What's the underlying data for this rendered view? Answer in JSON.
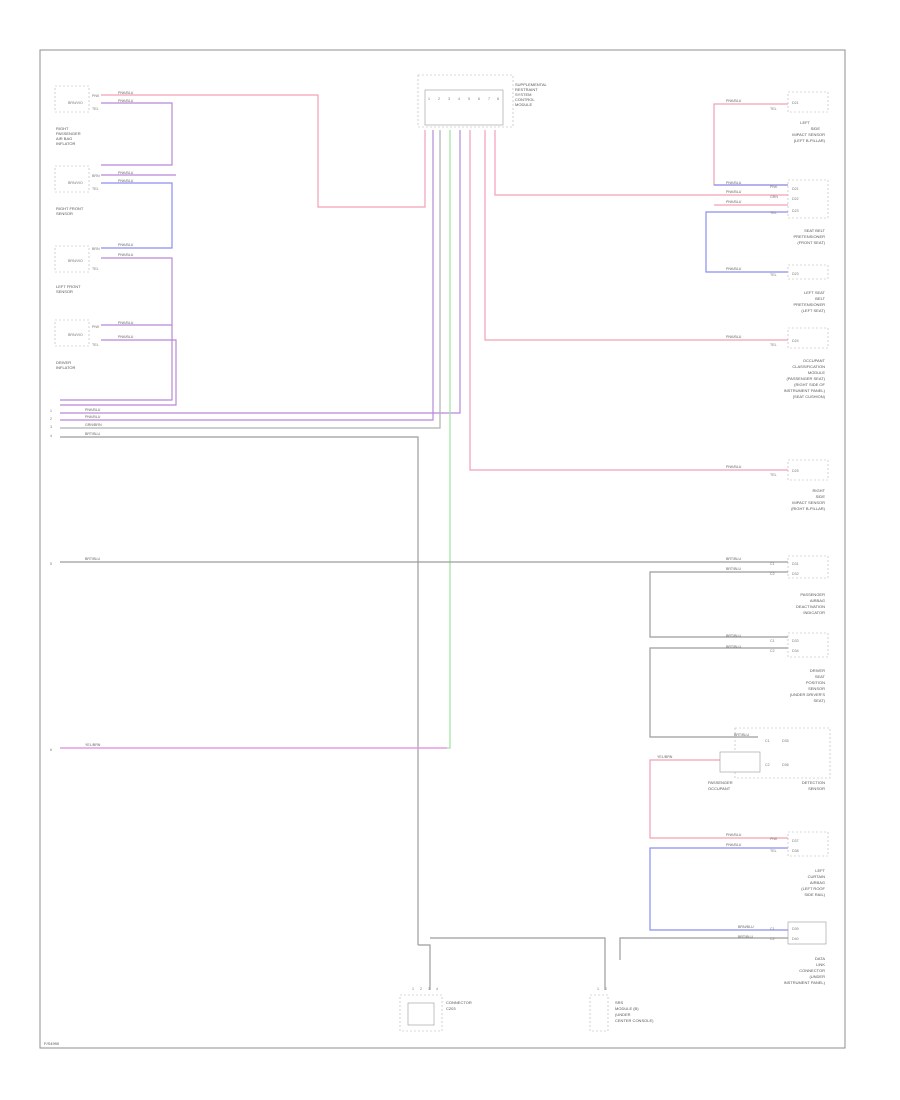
{
  "colors": {
    "pink": "#f2a0b4",
    "violet": "#b889d6",
    "blue": "#8a8ff0",
    "green": "#9fe39f",
    "magenta": "#f08cf0",
    "gray": "#9c9c9c",
    "frame": "#8f8f8f"
  },
  "diagram": {
    "footer_code": "F/S4990",
    "left_connectors": [
      {
        "pins": [
          "PNK",
          "BRN/VIO",
          "TEL"
        ],
        "wires": [
          "PNK/BLU",
          "PNK/BLU"
        ],
        "label": [
          "RIGHT",
          "PASSENGER",
          "AIR BAG",
          "INFLATOR"
        ]
      },
      {
        "pins": [
          "BRN",
          "BRN/VIO",
          "TEL"
        ],
        "wires": [
          "PNK/BLU",
          "PNK/BLU"
        ],
        "label": [
          "RIGHT FRONT",
          "SENSOR"
        ]
      },
      {
        "pins": [
          "BRN",
          "BRN/VIO",
          "TEL"
        ],
        "wires": [
          "PNK/BLU",
          "PNK/BLU"
        ],
        "label": [
          "LEFT FRONT",
          "SENSOR"
        ]
      },
      {
        "pins": [
          "PNK",
          "BRN/VIO",
          "TEL"
        ],
        "wires": [
          "PNK/BLU",
          "PNK/BLU"
        ],
        "label": [
          "DRIVER",
          "INFLATOR"
        ]
      }
    ],
    "left_bus": [
      {
        "num": "1",
        "wire": "PNK/BLU"
      },
      {
        "num": "2",
        "wire": "PNK/BLU"
      },
      {
        "num": "3",
        "wire": "GRN/BRN"
      },
      {
        "num": "4",
        "wire": "BRT/BLU"
      }
    ],
    "left_numbers": [
      {
        "num": "5",
        "wire": "BRT/BLU"
      },
      {
        "num": "6",
        "wire": "YEL/BRN"
      }
    ],
    "top_module": {
      "label": [
        "SUPPLEMENTAL",
        "RESTRAINT",
        "SYSTEM",
        "CONTROL",
        "MODULE"
      ],
      "pins": [
        "1",
        "2",
        "3",
        "4",
        "5",
        "6",
        "7",
        "8"
      ]
    },
    "right_components": [
      {
        "wires": [
          "PNK/BLU"
        ],
        "pins": [
          "TEL"
        ],
        "codes": [
          "D21"
        ],
        "label": [
          "LEFT",
          "SIDE",
          "IMPACT SENSOR",
          "(LEFT B-PILLAR)"
        ]
      },
      {
        "wires": [
          "PNK/BLU",
          "PNK/BLU",
          "PNK/BLU"
        ],
        "pins": [
          "PNK",
          "GRN",
          "TEL"
        ],
        "codes": [
          "D21",
          "D22",
          "D23"
        ],
        "label": [
          "SEAT BELT",
          "PRETENSIONER",
          "(FRONT SEAT)"
        ]
      },
      {
        "wires": [
          "PNK/BLU"
        ],
        "pins": [
          "TEL"
        ],
        "codes": [
          "D23"
        ],
        "label": [
          "LEFT SEAT",
          "BELT",
          "PRETENSIONER",
          "(LEFT SEAT)"
        ]
      },
      {
        "wires": [
          "PNK/BLU"
        ],
        "pins": [
          "TEL"
        ],
        "codes": [
          "D24"
        ],
        "label": [
          "OCCUPANT",
          "CLASSIFICATION",
          "MODULE",
          "(PASSENGER SEAT)",
          "(RIGHT SIDE OF",
          "INSTRUMENT PANEL)",
          "(SEAT CUSHION)"
        ]
      },
      {
        "wires": [
          "PNK/BLU"
        ],
        "pins": [
          "TEL"
        ],
        "codes": [
          "D25"
        ],
        "label": [
          "RIGHT",
          "SIDE",
          "IMPACT SENSOR",
          "(RIGHT B-PILLAR)"
        ]
      },
      {
        "wires": [
          "BRT/BLU",
          "BRT/BLU"
        ],
        "pins": [
          "C1",
          "C2"
        ],
        "codes": [
          "D31",
          "D32"
        ],
        "label": [
          "PASSENGER",
          "AIRBAG",
          "DEACTIVATION",
          "INDICATOR"
        ]
      },
      {
        "wires": [
          "BRT/BLU",
          "BRT/BLU"
        ],
        "pins": [
          "C1",
          "C2"
        ],
        "codes": [
          "D33",
          "D34"
        ],
        "label": [
          "DRIVER",
          "SEAT",
          "POSITION",
          "SENSOR",
          "(UNDER DRIVER'S",
          "SEAT)"
        ]
      },
      {
        "wires": [
          "BRT/BLU",
          "YEL/BRN"
        ],
        "pins": [
          "C1",
          "C2"
        ],
        "codes": [
          "D35",
          "D36"
        ],
        "label": [
          "PASSENGER",
          "OCCUPANT",
          "DETECTION",
          "SENSOR"
        ]
      },
      {
        "wires": [
          "PNK/BLU",
          "PNK/BLU"
        ],
        "pins": [
          "PNK",
          "TEL"
        ],
        "codes": [
          "D37",
          "D38"
        ],
        "label": [
          "LEFT",
          "CURTAIN",
          "AIRBAG",
          "(LEFT ROOF",
          "SIDE RAIL)"
        ]
      },
      {
        "wires": [
          "BRN/BLU",
          "BRT/BLU"
        ],
        "pins": [
          "C1",
          "C2"
        ],
        "codes": [
          "D39",
          "D40"
        ],
        "label": [
          "DATA",
          "LINK",
          "CONNECTOR",
          "(UNDER",
          "INSTRUMENT PANEL)"
        ]
      }
    ],
    "bottom_components": [
      {
        "label": [
          "CONNECTOR",
          "C203"
        ],
        "pins": [
          "1",
          "2",
          "3",
          "4"
        ]
      },
      {
        "label": [
          "SRS",
          "MODULE (B)",
          "(UNDER",
          "CENTER CONSOLE)"
        ],
        "pins": [
          "1",
          "2"
        ]
      }
    ]
  }
}
